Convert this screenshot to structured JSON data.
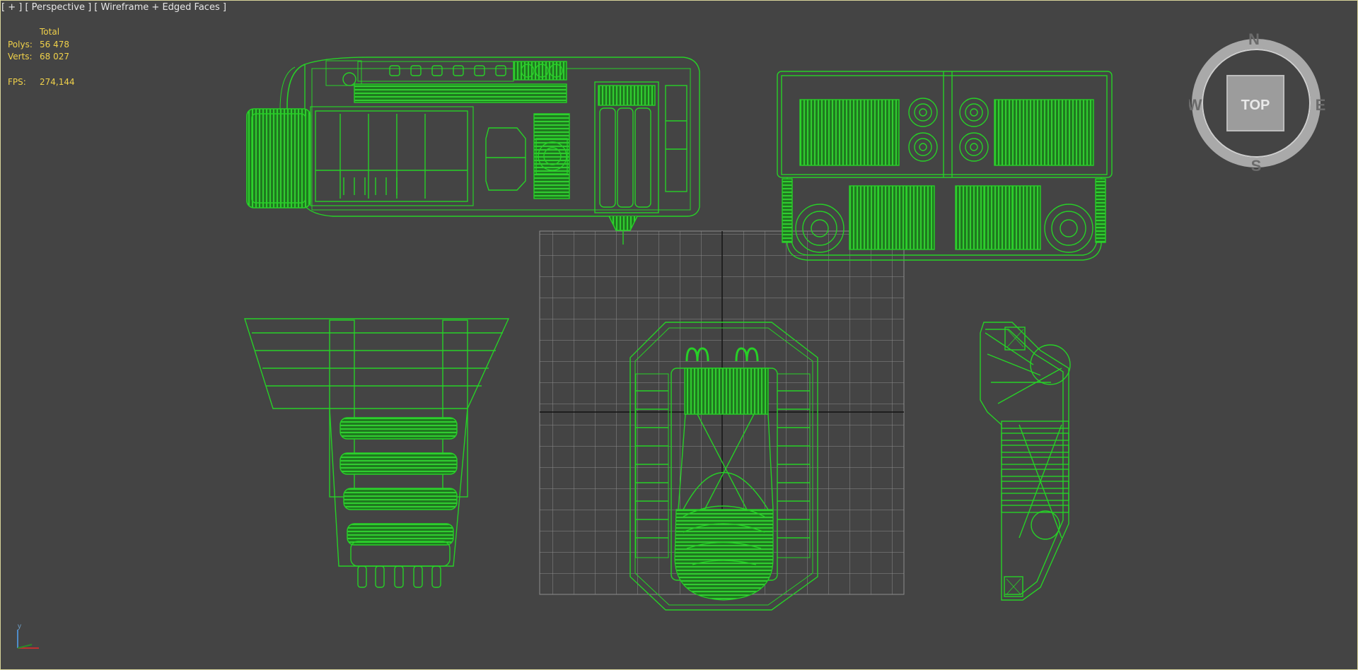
{
  "viewport": {
    "label_plus": "[ + ]",
    "label_view": "[ Perspective ]",
    "label_shading": "[ Wireframe + Edged Faces ]"
  },
  "stats": {
    "header": "Total",
    "polys_label": "Polys:",
    "polys_value": "56 478",
    "verts_label": "Verts:",
    "verts_value": "68 027",
    "fps_label": "FPS:",
    "fps_value": "274,144"
  },
  "viewcube": {
    "face_label": "TOP",
    "north": "N",
    "south": "S",
    "east": "E",
    "west": "W"
  },
  "axis_tripod": {
    "y_label": "y"
  },
  "icons": [
    "viewcube-icon",
    "axis-tripod-icon"
  ],
  "colors": {
    "background": "#444444",
    "wireframe": "#27d027",
    "grid": "#8a8a8a",
    "stats_text": "#f0d14a",
    "viewport_border": "#d8d49a"
  }
}
